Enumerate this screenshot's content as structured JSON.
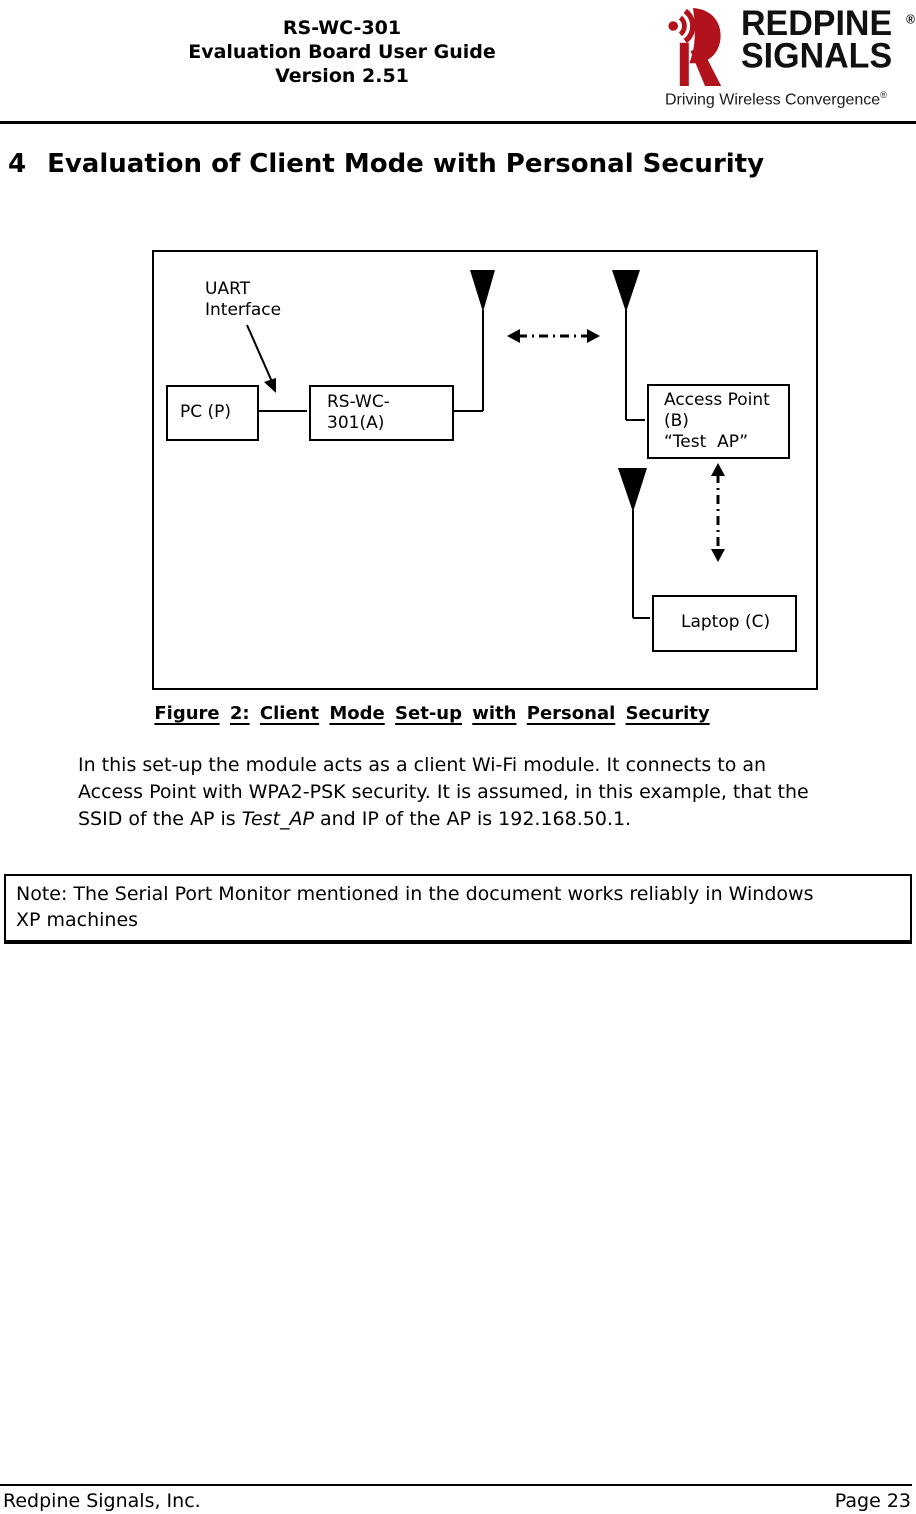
{
  "header": {
    "doc_title_lines": [
      "RS-WC-301",
      "Evaluation Board User Guide",
      "Version 2.51"
    ],
    "logo": {
      "brand_line1": "REDPINE",
      "brand_line2": "SIGNALS",
      "registered_mark": "®",
      "tagline": "Driving Wireless Convergence",
      "tagline_registered_mark": "®",
      "brand_red": "#B1121B"
    }
  },
  "heading": {
    "number": "4",
    "text": "Evaluation of Client Mode with Personal Security"
  },
  "figure": {
    "caption": "Figure 2: Client Mode Set-up with Personal Security",
    "nodes": {
      "uart_label": "UART\nInterface",
      "pc": "PC (P)",
      "module": "RS-WC-\n301(A)",
      "access_point": "Access Point\n(B)\n“Test  AP”",
      "laptop": "Laptop (C)"
    }
  },
  "body": {
    "line1": "In this set-up the module acts as a client Wi-Fi module. It connects to an",
    "line2": "Access Point with WPA2-PSK security. It is assumed, in this example, that the",
    "line3_pre": "SSID of the AP is ",
    "line3_italic": "Test_AP",
    "line3_post": " and IP of the AP is 192.168.50.1."
  },
  "note": {
    "line1": "Note: The Serial Port Monitor mentioned in the document works reliably in Windows",
    "line2": "XP machines"
  },
  "footer": {
    "company": "Redpine Signals, Inc.",
    "page": "Page 23"
  }
}
